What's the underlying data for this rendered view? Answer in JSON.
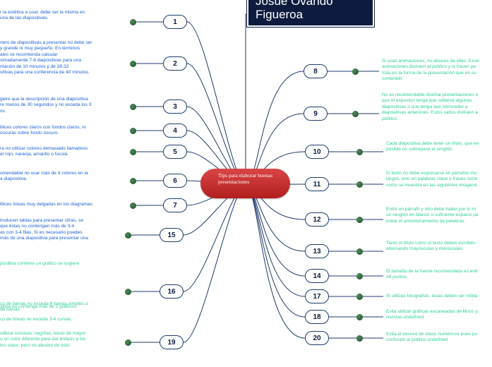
{
  "title": "Josue Ovando Figueroa",
  "center": "Tips para elaborar buenas presentaciones",
  "colors": {
    "title_bg": "#0d1b3e",
    "center": "#c62f2f",
    "link": "#1e3a6e",
    "text_blue": "#1a5fd6",
    "text_green": "#2ecc9a"
  },
  "left_nodes": [
    {
      "label": "1",
      "text": "r la estética a usar, debe ser la misma en\nuna de las diapositivas."
    },
    {
      "label": "2",
      "text": "nero de diapositivas a presentar no debe ser\ny grande ni muy pequeño. En términos\nales se recomienda calcular\nximadamente 7-8 diapositivas para una\nntación de 10 minutos y de 28-32\nsitivas para una conferencia de 40 minutos."
    },
    {
      "label": "3",
      "text": "giere que la descripción de una diapositiva\nre menos de 30 segundos y no exceda los 3\nos."
    },
    {
      "label": "4",
      "text": "tilices colores claros con fondos claros, ni\noscuras sobre fondo oscuro."
    },
    {
      "label": "5",
      "text": "ra no utilizar colores demasiado llamativos\nel rojo, naranja, amarillo o fucsia."
    },
    {
      "label": "6",
      "text": "omendable no usar más de 4 colores en la\na diapositiva."
    },
    {
      "label": "7",
      "text": "tilices líneas muy delgadas en los diagramas."
    },
    {
      "label": "15",
      "text": "troducen tablas para presentar cifras, se\nque éstas no contengan más de 3-4\nas con 3-4 filas. Si es necesario puedes\nmás de una diapositiva para presentar una"
    },
    {
      "label": "16",
      "text": "co de barras no exceda 8 barras simples o\nde barras."
    },
    {
      "label": "19",
      "text": "utilizar cursivas, negritas, letras de mayor\no un color diferente para dar énfasis a los\ntos clave, pero no abuses de esto."
    }
  ],
  "left_extra": [
    {
      "text": "positiva contiene un gráfico se sugiere"
    },
    {
      "text": "sitiva no contenga más de 2 gráficos."
    },
    {
      "text": "co de líneas no exceda 3-4 curvas."
    }
  ],
  "right_nodes": [
    {
      "label": "8",
      "text": "Si usas animaciones, no abuses de ellas. Exce\nanimaciones distraen al público y lo hacen pe\nmás en la forma de la presentación que en su\ncontenido."
    },
    {
      "label": "9",
      "text": "No es recomendable diseñar presentaciones e\nque el expositor tenga que saltarse algunas\ndiapositivas o que tenga que retroceder a\ndiapositivas anteriores. Estos saltos distraen a\npúblico."
    },
    {
      "label": "10",
      "text": "Cada diapositiva debe tener un título, que en\nposible no sobrepase el renglón."
    },
    {
      "label": "11",
      "text": "El texto no debe expresarse en párrafos mu\nlargos, sino en palabras clave o frases corta\ncomo se muestra en las siguientes imágene"
    },
    {
      "label": "12",
      "text": "Entre un párrafo y otro debe haber por lo m\nun renglón en blanco o suficiente espacio pa\nevitar el amontonamiento de palabras."
    },
    {
      "label": "13",
      "text": "Tanto el título como el texto deben escribirs\nalternando mayúsculas y minúsculas."
    },
    {
      "label": "14",
      "text": "El tamaño de la fuente recomendada es entr\n26 puntos."
    },
    {
      "label": "17",
      "text": "Si utilizas fotografías, éstas deben ser nítida"
    },
    {
      "label": "18",
      "text": "Evita utilizar gráficas escaneadas de libros y\nrevistas.undefined"
    },
    {
      "label": "20",
      "text": "Evita el exceso de datos numéricos pues pu\nconfundir al público.undefined"
    }
  ]
}
